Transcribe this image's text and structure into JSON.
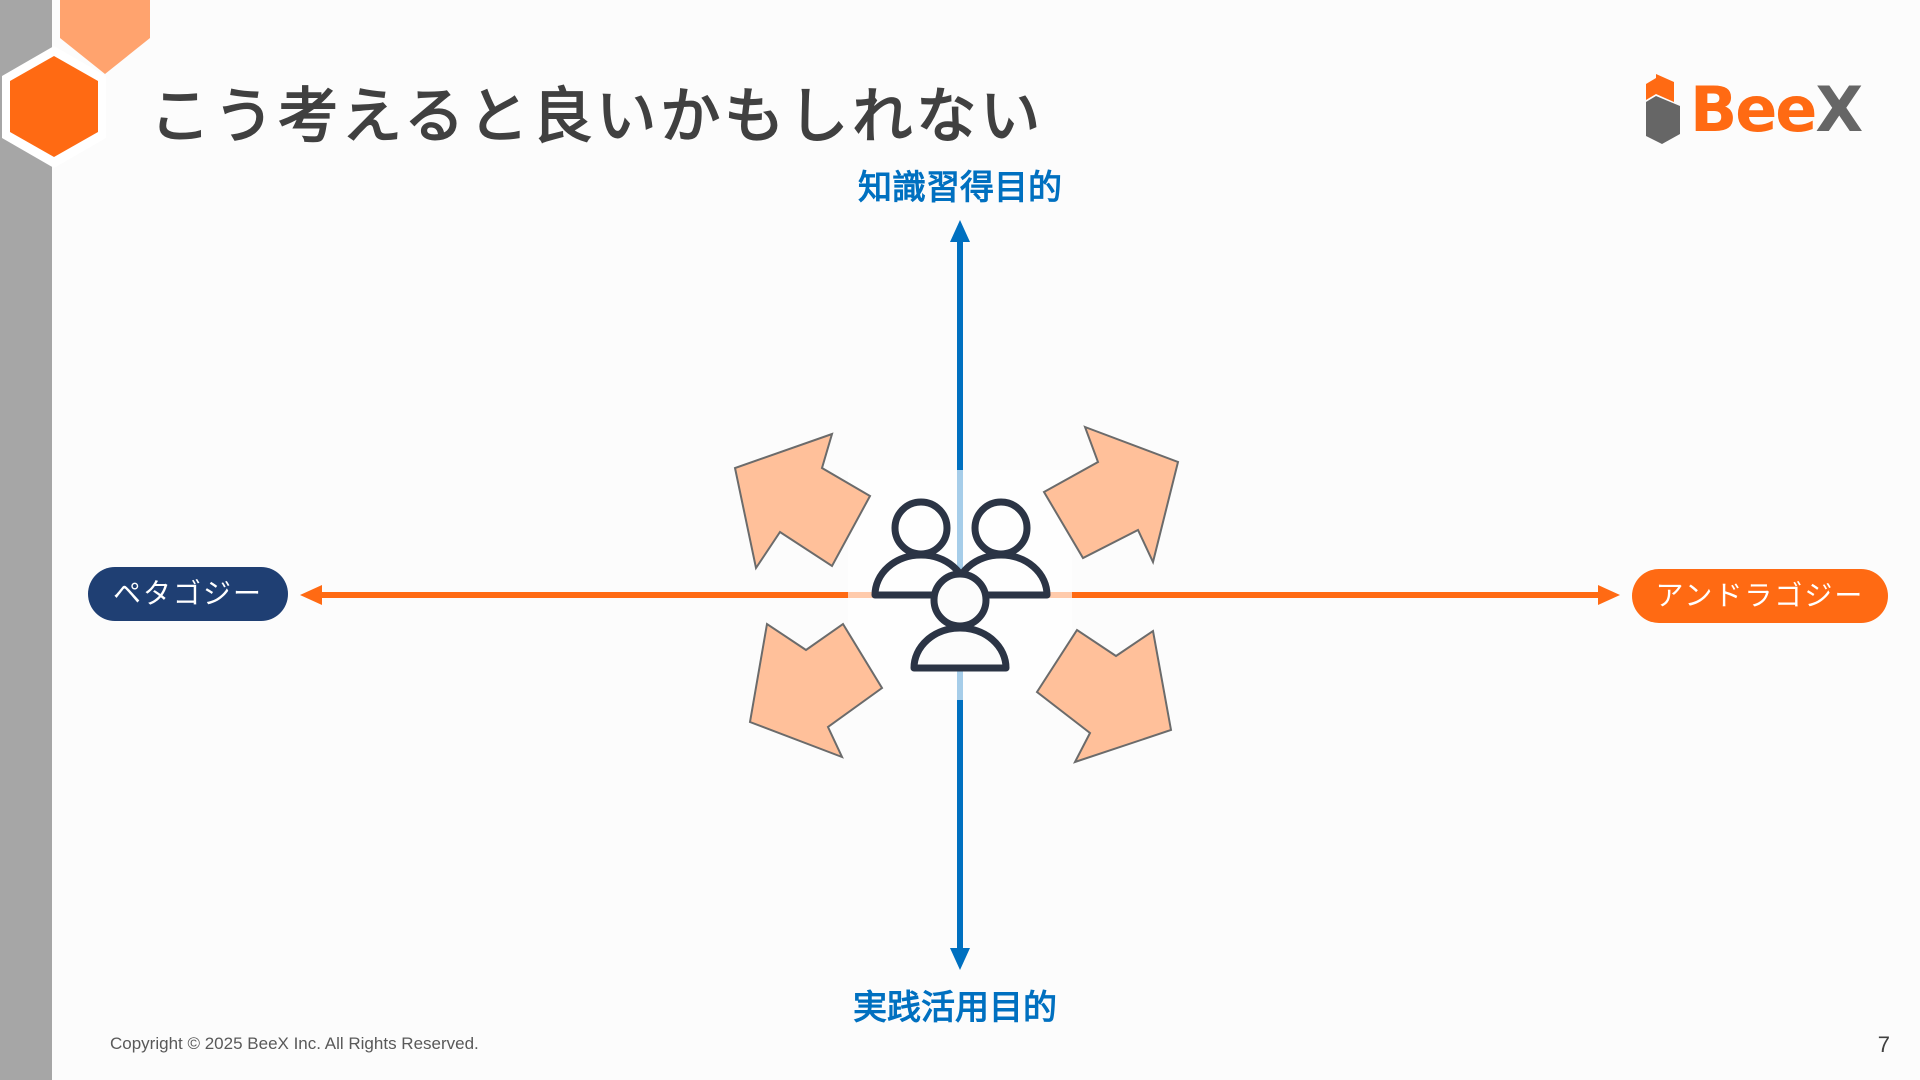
{
  "slide": {
    "title": "こう考えると良いかもしれない",
    "page_number": "7",
    "copyright": "Copyright © 2025 BeeX Inc. All Rights Reserved."
  },
  "logo": {
    "text_part1": "Bee",
    "text_part2": "X",
    "color_primary": "#ff6a13",
    "color_secondary": "#666666"
  },
  "diagram": {
    "vertical_axis": {
      "top_label": "知識習得目的",
      "bottom_label": "実践活用目的",
      "color": "#0070c0"
    },
    "horizontal_axis": {
      "left_label": "ペタゴジー",
      "right_label": "アンドラゴジー",
      "color": "#ff6a13",
      "left_pill_color": "#1f3f73",
      "right_pill_color": "#ff6a13"
    },
    "center_icon": "people-group-icon",
    "outward_arrows_color": "#ffc09a"
  },
  "decoration": {
    "sidebar_color": "#a6a6a6",
    "hex_colors": [
      "#ff6a13",
      "#ffa36e"
    ]
  }
}
